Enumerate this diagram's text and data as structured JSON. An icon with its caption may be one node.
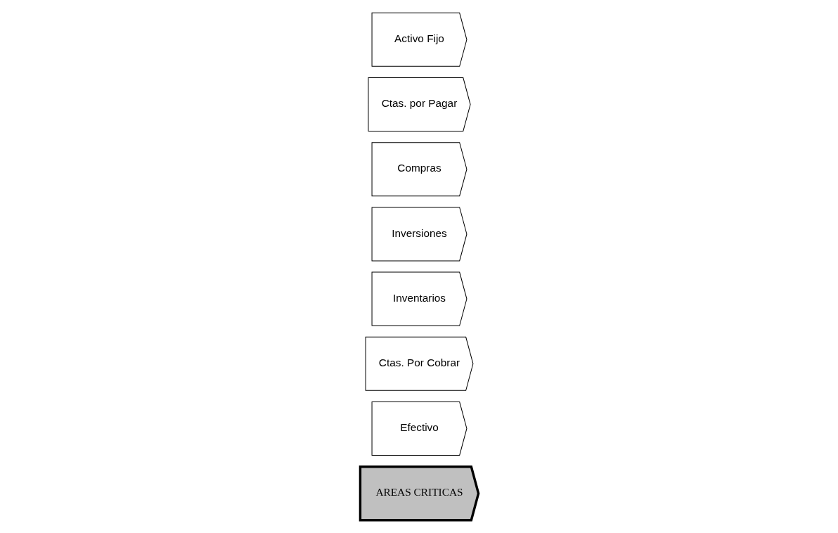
{
  "diagram": {
    "nodes": [
      {
        "text": [
          "AREAS CRITICAS"
        ]
      },
      {
        "text": [
          "Efectivo"
        ]
      },
      {
        "text": [
          "Ctas. Por Cobrar"
        ]
      },
      {
        "text": [
          "Inventarios"
        ]
      },
      {
        "text": [
          "Inversiones"
        ]
      },
      {
        "text": [
          "Compras"
        ]
      },
      {
        "text": [
          "Ctas. por Pagar"
        ]
      },
      {
        "text": [
          "Activo Fijo"
        ]
      }
    ]
  }
}
